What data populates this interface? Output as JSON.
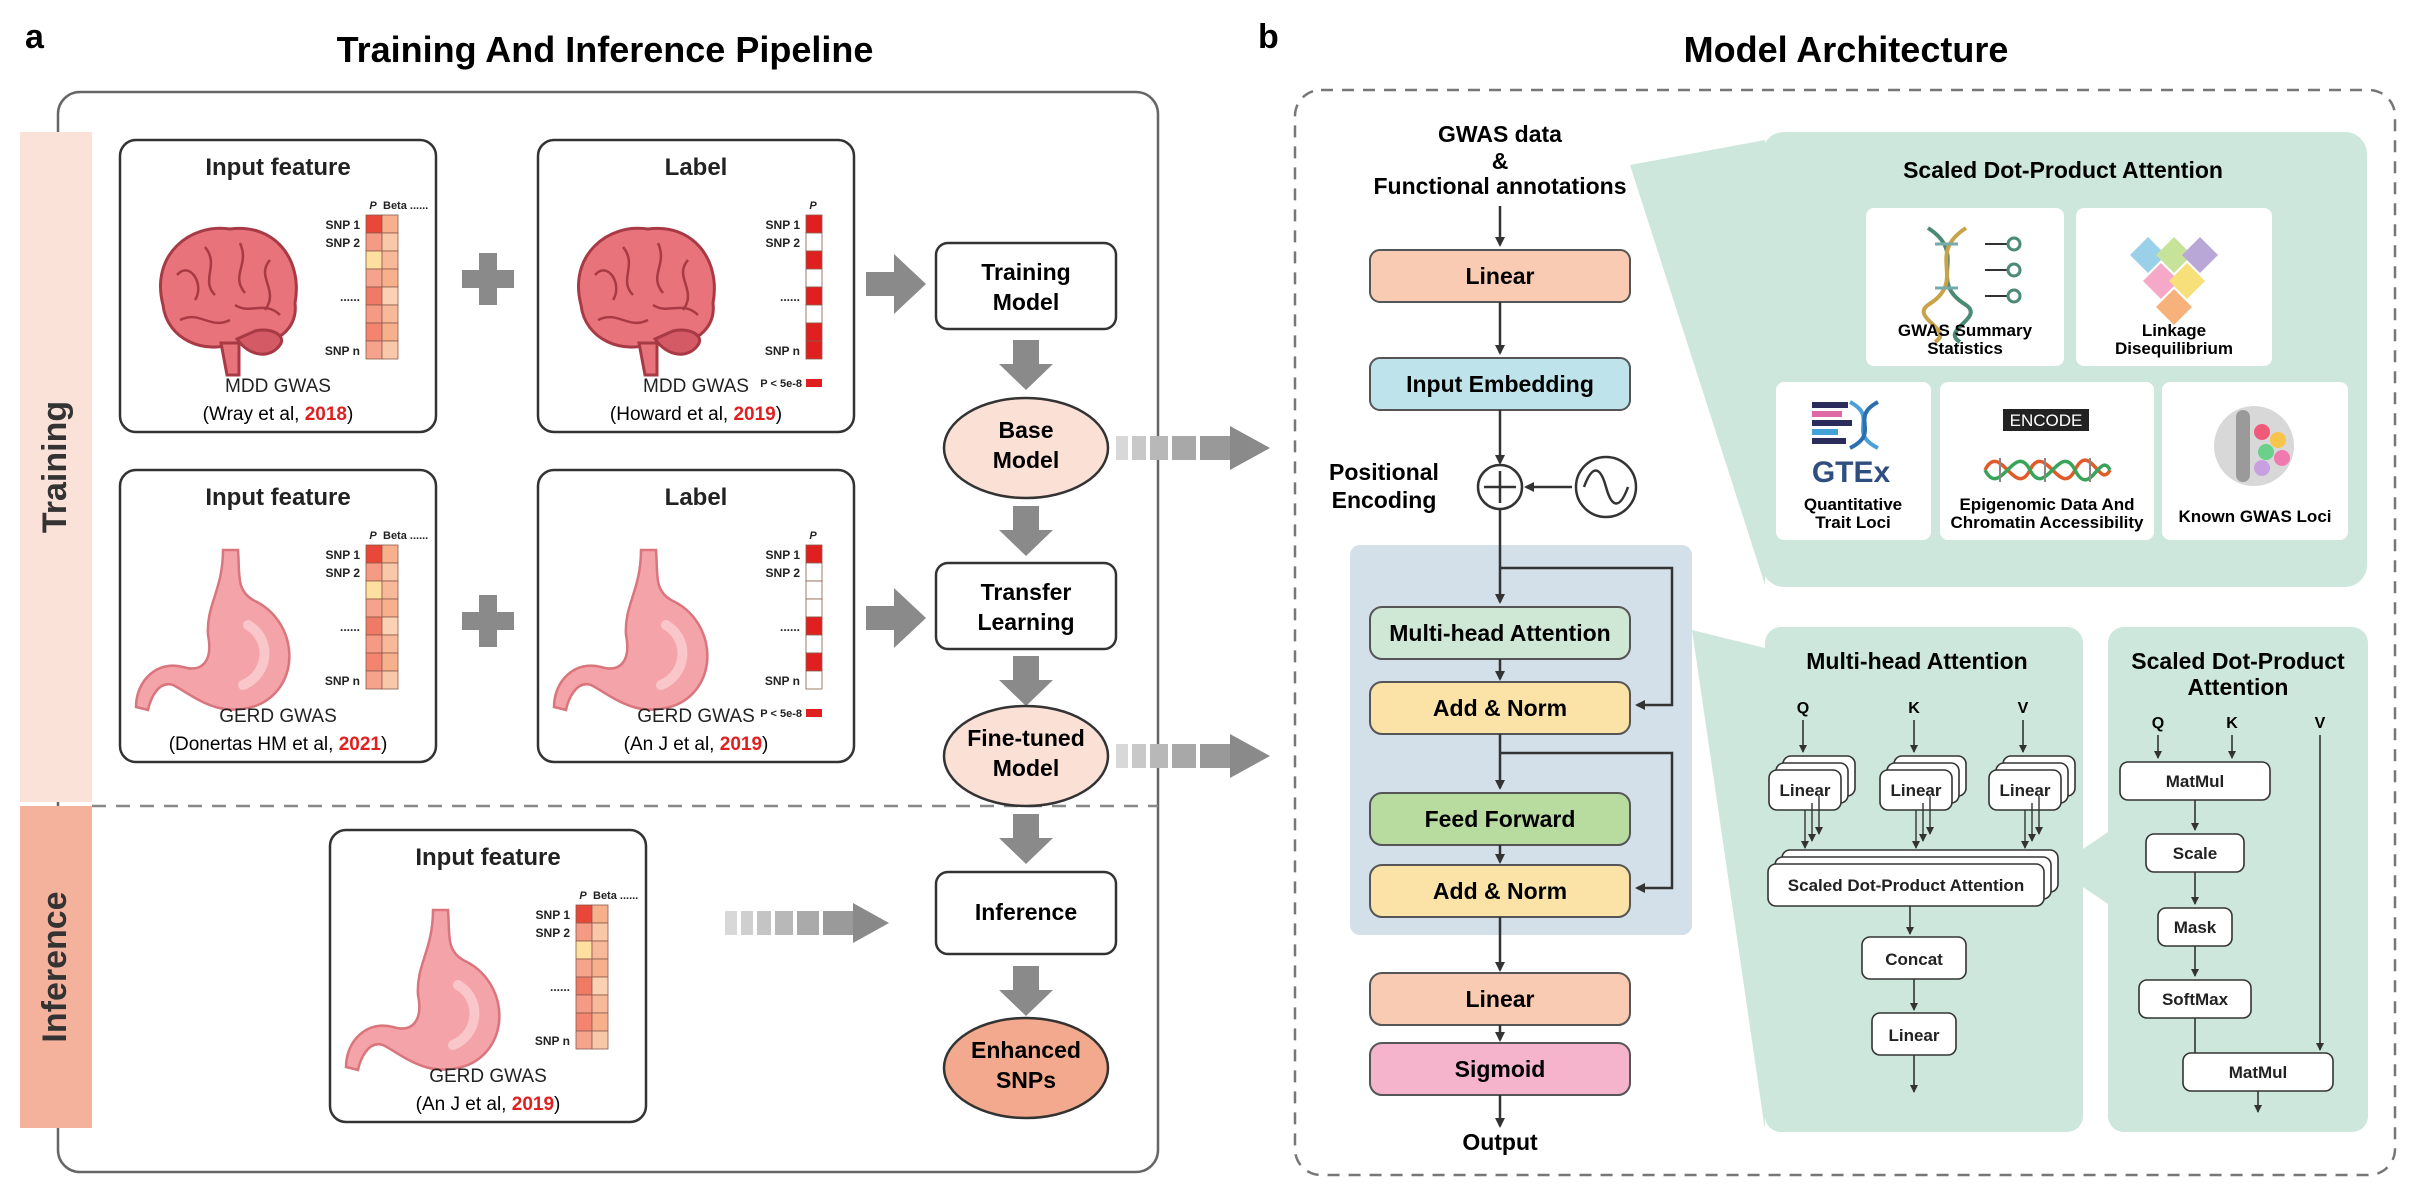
{
  "panel_a": {
    "letter": "a",
    "title": "Training And Inference Pipeline",
    "side_training": "Training",
    "side_inference": "Inference",
    "plus": "+",
    "input_feature_title": "Input feature",
    "label_title": "Label",
    "snp_rows": {
      "snp1": "SNP 1",
      "snp2": "SNP 2",
      "dots": "......",
      "snpn": "SNP n"
    },
    "col_p": "P",
    "col_beta": "Beta ......",
    "threshold": "P < 5e-8",
    "box_mdd_input": {
      "caption": "MDD GWAS",
      "cite_pre": "(Wray et al, ",
      "year": "2018",
      "cite_post": ")"
    },
    "box_mdd_label": {
      "caption": "MDD GWAS",
      "cite_pre": "(Howard et al, ",
      "year": "2019",
      "cite_post": ")"
    },
    "box_gerd_input": {
      "caption": "GERD GWAS",
      "cite_pre": "(Donertas HM et al, ",
      "year": "2021",
      "cite_post": ")"
    },
    "box_gerd_label": {
      "caption": "GERD GWAS",
      "cite_pre": "(An J et al, ",
      "year": "2019",
      "cite_post": ")"
    },
    "box_infer_input": {
      "caption": "GERD GWAS",
      "cite_pre": "(An J et al, ",
      "year": "2019",
      "cite_post": ")"
    },
    "flow": {
      "training_model": [
        "Training",
        "Model"
      ],
      "base_model": [
        "Base",
        "Model"
      ],
      "transfer_learning": [
        "Transfer",
        "Learning"
      ],
      "finetuned_model": [
        "Fine-tuned",
        "Model"
      ],
      "inference": "Inference",
      "enhanced_snps": [
        "Enhanced",
        "SNPs"
      ]
    }
  },
  "panel_b": {
    "letter": "b",
    "title": "Model Architecture",
    "input_lines": [
      "GWAS data",
      "&",
      "Functional annotations"
    ],
    "positional_encoding": [
      "Positional",
      "Encoding"
    ],
    "blocks": {
      "linear_top": "Linear",
      "input_embedding": "Input Embedding",
      "mha": "Multi-head Attention",
      "add_norm_1": "Add & Norm",
      "feed_forward": "Feed Forward",
      "add_norm_2": "Add & Norm",
      "linear_bottom": "Linear",
      "sigmoid": "Sigmoid"
    },
    "output": "Output",
    "sdpa_panel": {
      "title": "Scaled Dot-Product Attention",
      "cards": {
        "gwas_summary": [
          "GWAS Summary",
          "Statistics"
        ],
        "linkage": [
          "Linkage",
          "Disequilibrium"
        ],
        "qtl": [
          "Quantitative",
          "Trait Loci"
        ],
        "epigenomic": [
          "Epigenomic Data And",
          "Chromatin Accessibility"
        ],
        "known_loci": "Known GWAS Loci"
      },
      "logo_gtex": "GTEx",
      "logo_encode": "ENCODE"
    },
    "mha_detail": {
      "title": "Multi-head Attention",
      "q": "Q",
      "k": "K",
      "v": "V",
      "linear": "Linear",
      "sdpa": "Scaled Dot-Product Attention",
      "concat": "Concat",
      "linear_out": "Linear"
    },
    "sdpa_detail": {
      "title": [
        "Scaled Dot-Product",
        "Attention"
      ],
      "q": "Q",
      "k": "K",
      "v": "V",
      "matmul1": "MatMul",
      "scale": "Scale",
      "mask": "Mask",
      "softmax": "SoftMax",
      "matmul2": "MatMul"
    }
  },
  "colors": {
    "pink_light": "#fbe0d6",
    "salmon": "#f4b59f",
    "teal_panel": "#cde7dd",
    "blue_panel": "#d3e0ea",
    "block_linear": "#f9cbb3",
    "block_embed": "#bfe3ea",
    "block_mha": "#cfe8d6",
    "block_addnorm": "#fbe3a8",
    "block_ff": "#b8dca0",
    "block_sigmoid": "#f6b4cc",
    "red": "#e02020"
  }
}
